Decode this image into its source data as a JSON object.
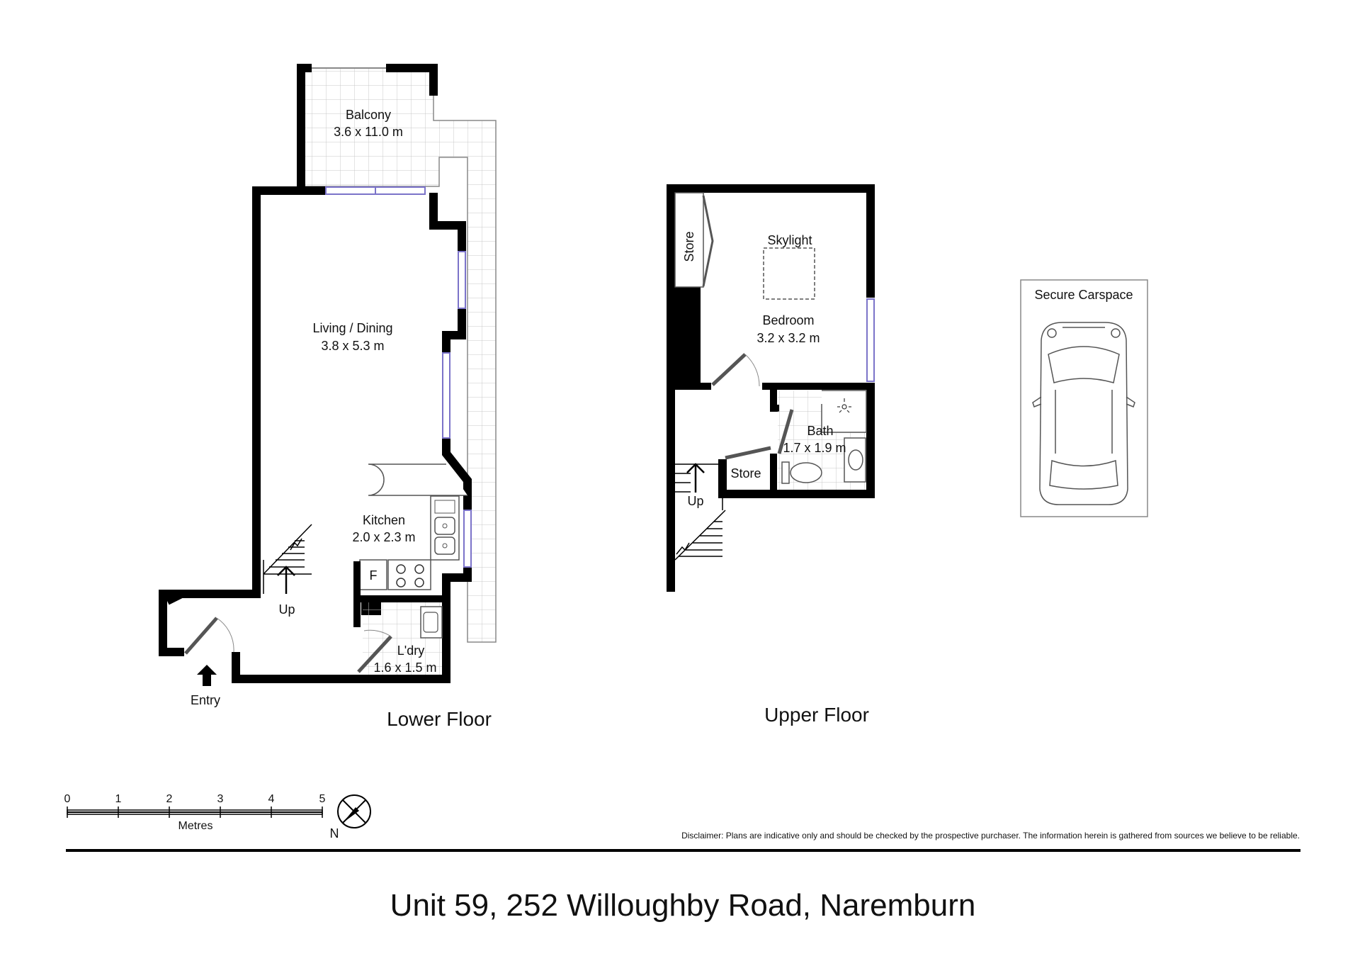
{
  "lower_floor": {
    "title": "Lower Floor",
    "balcony": {
      "name": "Balcony",
      "dims": "3.6 x 11.0 m"
    },
    "living": {
      "name": "Living / Dining",
      "dims": "3.8 x 5.3 m"
    },
    "kitchen": {
      "name": "Kitchen",
      "dims": "2.0 x 2.3 m"
    },
    "laundry": {
      "name": "L'dry",
      "dims": "1.6 x 1.5 m"
    },
    "fridge": "F",
    "stair": "Up",
    "entry": "Entry"
  },
  "upper_floor": {
    "title": "Upper Floor",
    "store_top": "Store",
    "skylight": "Skylight",
    "bedroom": {
      "name": "Bedroom",
      "dims": "3.2 x 3.2 m"
    },
    "bath": {
      "name": "Bath",
      "dims": "1.7 x 1.9 m"
    },
    "store_small": "Store",
    "stair": "Up"
  },
  "carspace": {
    "label": "Secure Carspace"
  },
  "scale": {
    "ticks": [
      "0",
      "1",
      "2",
      "3",
      "4",
      "5"
    ],
    "unit": "Metres",
    "north": "N"
  },
  "disclaimer": "Disclaimer: Plans are indicative only and should be checked by the prospective purchaser. The information herein is gathered from sources we believe to be reliable.",
  "address": "Unit 59, 252 Willoughby Road, Naremburn",
  "colors": {
    "wall": "#000000",
    "window": "#7b73c9",
    "tile": "#c8c8c8",
    "door": "#555555"
  }
}
